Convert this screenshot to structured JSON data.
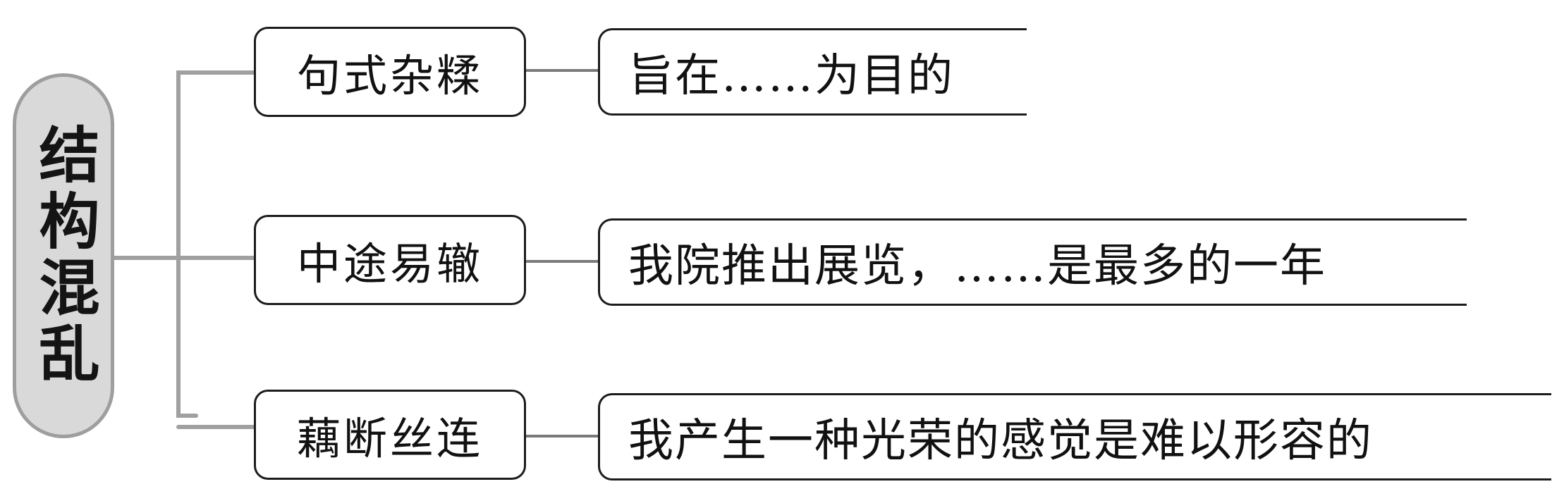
{
  "root": {
    "label": "结构混乱"
  },
  "branches": [
    {
      "label": "句式杂糅",
      "example": "旨在……为目的"
    },
    {
      "label": "中途易辙",
      "example": "我院推出展览，……是最多的一年"
    },
    {
      "label": "藕断丝连",
      "example": "我产生一种光荣的感觉是难以形容的"
    }
  ],
  "colors": {
    "root_fill": "#d9d9d9",
    "root_border": "#9e9e9e",
    "connector": "#a0a0a0",
    "node_border": "#1c1c1c"
  }
}
